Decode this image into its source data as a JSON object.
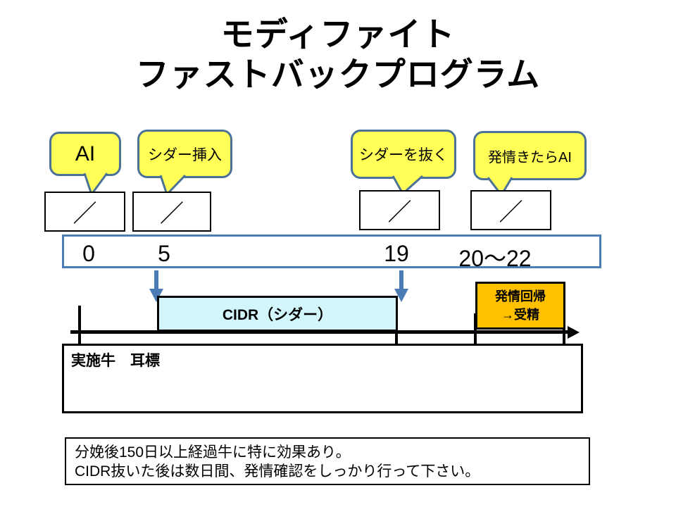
{
  "title": {
    "line1": "モディファイト",
    "line2": "ファストバックプログラム"
  },
  "callouts": {
    "ai": "AI",
    "cidr_insert": "シダー挿入",
    "cidr_remove": "シダーを抜く",
    "estrus_ai": "発情きたらAI"
  },
  "date_box": {
    "slash": "／"
  },
  "scale": {
    "t0": "0",
    "t1": "5",
    "t2": "19",
    "t3": "20～22"
  },
  "cidr_bar": {
    "label": "CIDR（シダー）"
  },
  "estrus_box": {
    "line1": "発情回帰",
    "line2": "→受精"
  },
  "cow_box": {
    "label": "実施牛　耳標"
  },
  "note_box": {
    "line1": "分娩後150日以上経過牛に特に効果あり。",
    "line2": "CIDR抜いた後は数日間、発情確認をしっかり行って下さい。"
  },
  "colors": {
    "bubble_fill": "#FFFF57",
    "bubble_border": "#4C7297",
    "scale_border": "#4E7CB5",
    "arrow": "#4C7CB5",
    "cidr_fill": "#D3F6FC",
    "estrus_fill": "#FFC000"
  }
}
